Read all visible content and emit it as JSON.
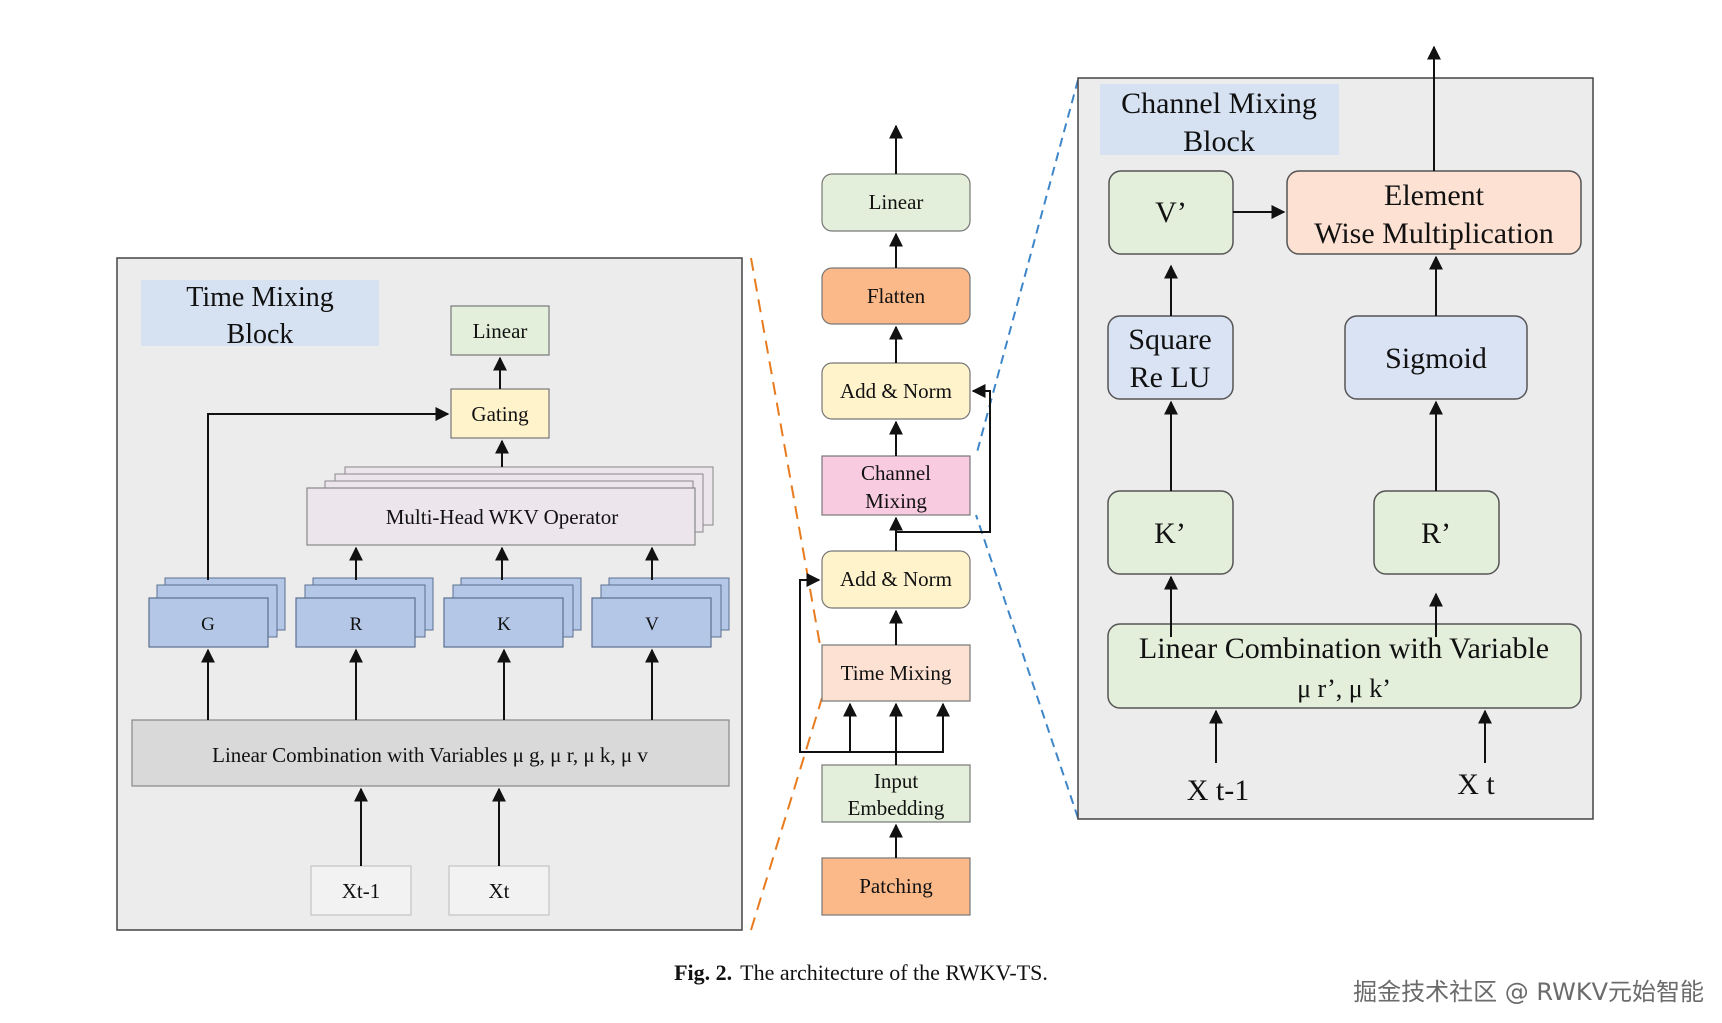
{
  "time_block": {
    "title_line1": "Time Mixing",
    "title_line2": "Block",
    "linear": "Linear",
    "gating": "Gating",
    "wkv": "Multi-Head WKV Operator",
    "g": "G",
    "r": "R",
    "k": "K",
    "v": "V",
    "lincomb": "Linear Combination with Variables  μ g,  μ r, μ k,  μ v",
    "xt1": "Xt-1",
    "xt": "Xt"
  },
  "center": {
    "linear": "Linear",
    "flatten": "Flatten",
    "addnorm_top": "Add & Norm",
    "channel_line1": "Channel",
    "channel_line2": "Mixing",
    "addnorm_bottom": "Add & Norm",
    "time_mixing": "Time Mixing",
    "input_line1": "Input",
    "input_line2": "Embedding",
    "patching": "Patching"
  },
  "channel_block": {
    "title_line1": "Channel Mixing",
    "title_line2": "Block",
    "vprime": "V’",
    "element_line1": "Element",
    "element_line2": "Wise Multiplication",
    "square_line1": "Square",
    "square_line2": "Re LU",
    "sigmoid": "Sigmoid",
    "kprime": "K’",
    "rprime": "R’",
    "lincomb_line1": "Linear Combination with Variable",
    "lincomb_line2": "μ r’,  μ k’",
    "xt1": "X t-1",
    "xt": "X t"
  },
  "caption": {
    "label": "Fig. 2.",
    "text": "The architecture of the RWKV-TS."
  },
  "watermark": "掘金技术社区 @ RWKV元始智能",
  "colors": {
    "panel_bg": "#ececec",
    "title_bg": "#d6e1f1",
    "green": "#e4efdb",
    "yellow": "#fff3cc",
    "orange": "#fbb98a",
    "pink": "#f9cbe0",
    "peach": "#fde1d3",
    "blue": "#b4c7e7",
    "light_blue": "#dae3f3",
    "lilac": "#ece5ec",
    "gray": "#d9d9d9",
    "dash_orange": "#e87b1e",
    "dash_blue": "#3f86c9"
  }
}
